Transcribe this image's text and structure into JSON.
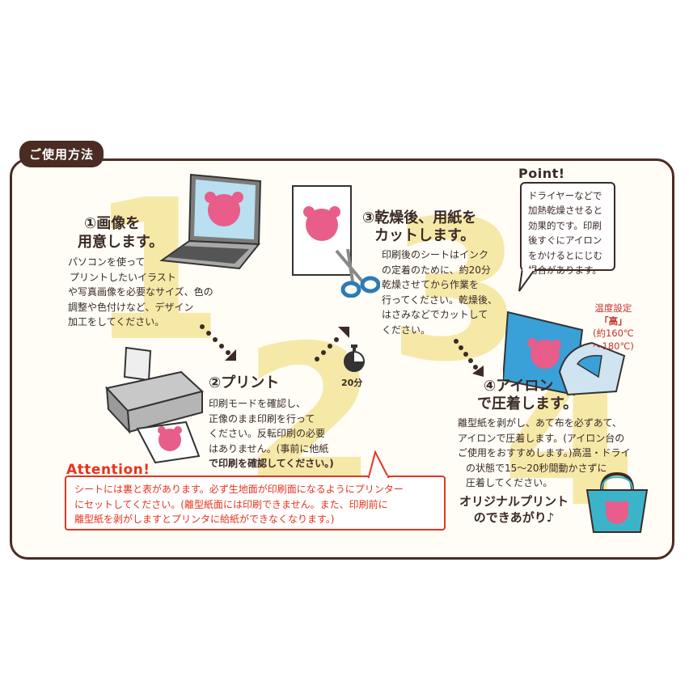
{
  "panel": {
    "title": "ご使用方法"
  },
  "step1": {
    "number": "1",
    "title_line1": "①画像を",
    "title_line2": "用意します。",
    "body": [
      "パソコンを使って",
      "プリントしたいイラスト",
      "や写真画像を必要なサイズ、色の",
      "調整や色付けなど、デザイン",
      "加工をしてください。"
    ]
  },
  "step2": {
    "number": "2",
    "title": "②プリント",
    "body": [
      "印刷モードを確認し、",
      "正像のまま印刷を行って",
      "ください。反転印刷の必要",
      "はありません。(事前に他紙",
      "で印刷を確認してください。)"
    ]
  },
  "step3": {
    "number": "3",
    "title_line1": "③乾燥後、用紙を",
    "title_line2": "カットします。",
    "body": [
      "印刷後のシートはインク",
      "の定着のために、約20分",
      "乾燥させてから作業を",
      "行ってください。乾燥後、",
      "はさみなどでカットして",
      "ください。"
    ],
    "timer_label": "20分"
  },
  "step4": {
    "number": "4",
    "title_line1": "④アイロン",
    "title_line2": "で圧着します。",
    "body": [
      "離型紙を剥がし、あて布を必ずあて、",
      "アイロンで圧着します。(アイロン台の",
      "ご使用をおすすめします。)高温・ドライ",
      "の状態で15〜20秒間動かさずに",
      "圧着してください。"
    ]
  },
  "point": {
    "label": "Point!",
    "lines": [
      "ドライヤーなどで",
      "加熱乾燥させると",
      "効果的です。印刷",
      "後すぐにアイロン",
      "をかけるとにじむ",
      "場合があります。"
    ]
  },
  "temperature": {
    "line1": "温度設定",
    "line2": "「高」",
    "line3": "(約160℃",
    "line4": "〜180℃)"
  },
  "attention": {
    "label": "Attention!",
    "lines": [
      "シートには裏と表があります。必ず生地面が印刷面になるようにプリンター",
      "にセットしてください。(離型紙面には印刷できません。また、印刷前に",
      "離型紙を剥がしますとプリンタに給紙ができなくなります。)"
    ]
  },
  "result": {
    "line1": "オリジナルプリント",
    "line2": "のできあがり♪"
  },
  "colors": {
    "brown": "#4a2c22",
    "attention_red": "#e8331d",
    "circle_yellow": "#fbf3c2",
    "bear_pink": "#e85d8a",
    "sheet_blue": "#3aa0d8",
    "bag_teal": "#3bb4c9"
  },
  "icons": [
    "laptop-icon",
    "printer-icon",
    "paper-sheet-icon",
    "scissors-icon",
    "timer-icon",
    "iron-icon",
    "tote-bag-icon",
    "bear-face-icon"
  ]
}
